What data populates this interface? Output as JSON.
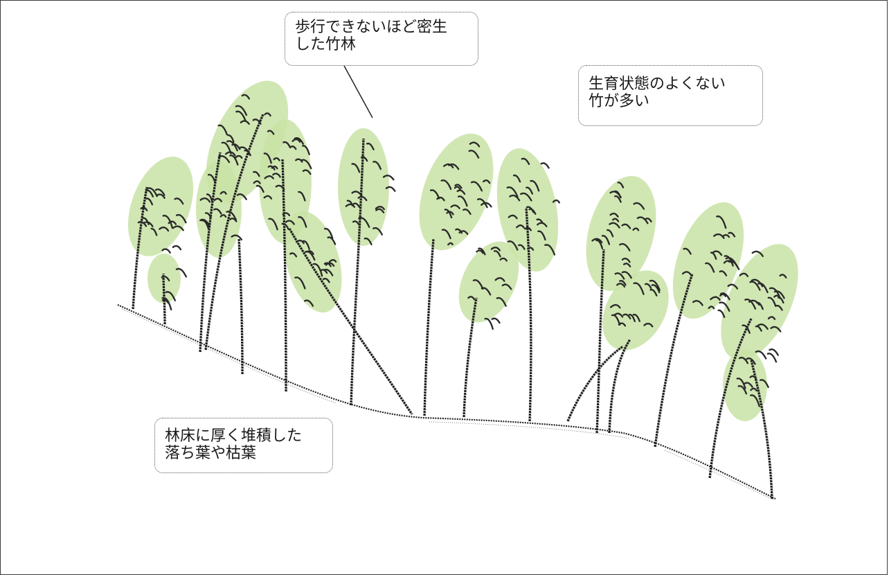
{
  "annotations": {
    "dense_bamboo": {
      "line1": "歩行できないほど密生",
      "line2": "した竹林"
    },
    "poor_growth": {
      "line1": "生育状態のよくない",
      "line2": "竹が多い"
    },
    "litter": {
      "line1": "林床に厚く堆積した",
      "line2": "落ち葉や枯葉"
    }
  },
  "colors": {
    "foliage_highlight": "#c9e3a6",
    "stem": "#1c1c1c",
    "leaf": "#2a2a2a",
    "border": "#3a3a3a"
  }
}
